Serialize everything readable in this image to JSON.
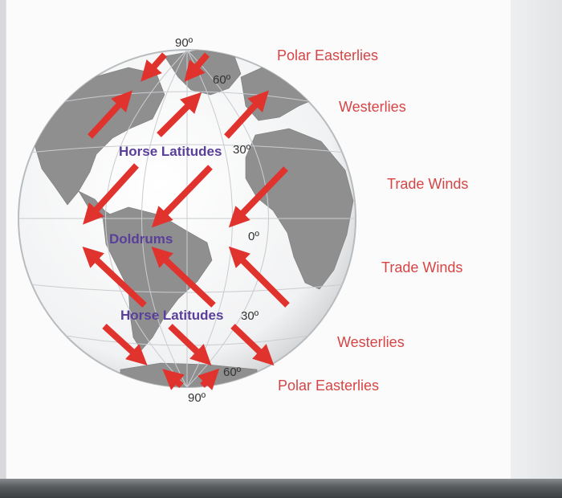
{
  "degrees": {
    "north_pole": "90º",
    "north_60": "60º",
    "north_30": "30º",
    "equator": "0º",
    "south_30": "30º",
    "south_60": "60º",
    "south_pole": "90º"
  },
  "zones": {
    "horse_latitudes_north": "Horse Latitudes",
    "doldrums": "Doldrums",
    "horse_latitudes_south": "Horse Latitudes"
  },
  "winds": {
    "polar_easterlies_north": "Polar Easterlies",
    "westerlies_north": "Westerlies",
    "trade_winds_north": "Trade Winds",
    "trade_winds_south": "Trade Winds",
    "westerlies_south": "Westerlies",
    "polar_easterlies_south": "Polar Easterlies"
  },
  "colors": {
    "arrow": "#e0332e",
    "wind_label": "#d64545",
    "zone_label": "#5a3f9a",
    "ocean": "#ffffff",
    "land": "#8f8f8f"
  },
  "icons": [
    "globe-icon",
    "wind-arrow-icon"
  ]
}
